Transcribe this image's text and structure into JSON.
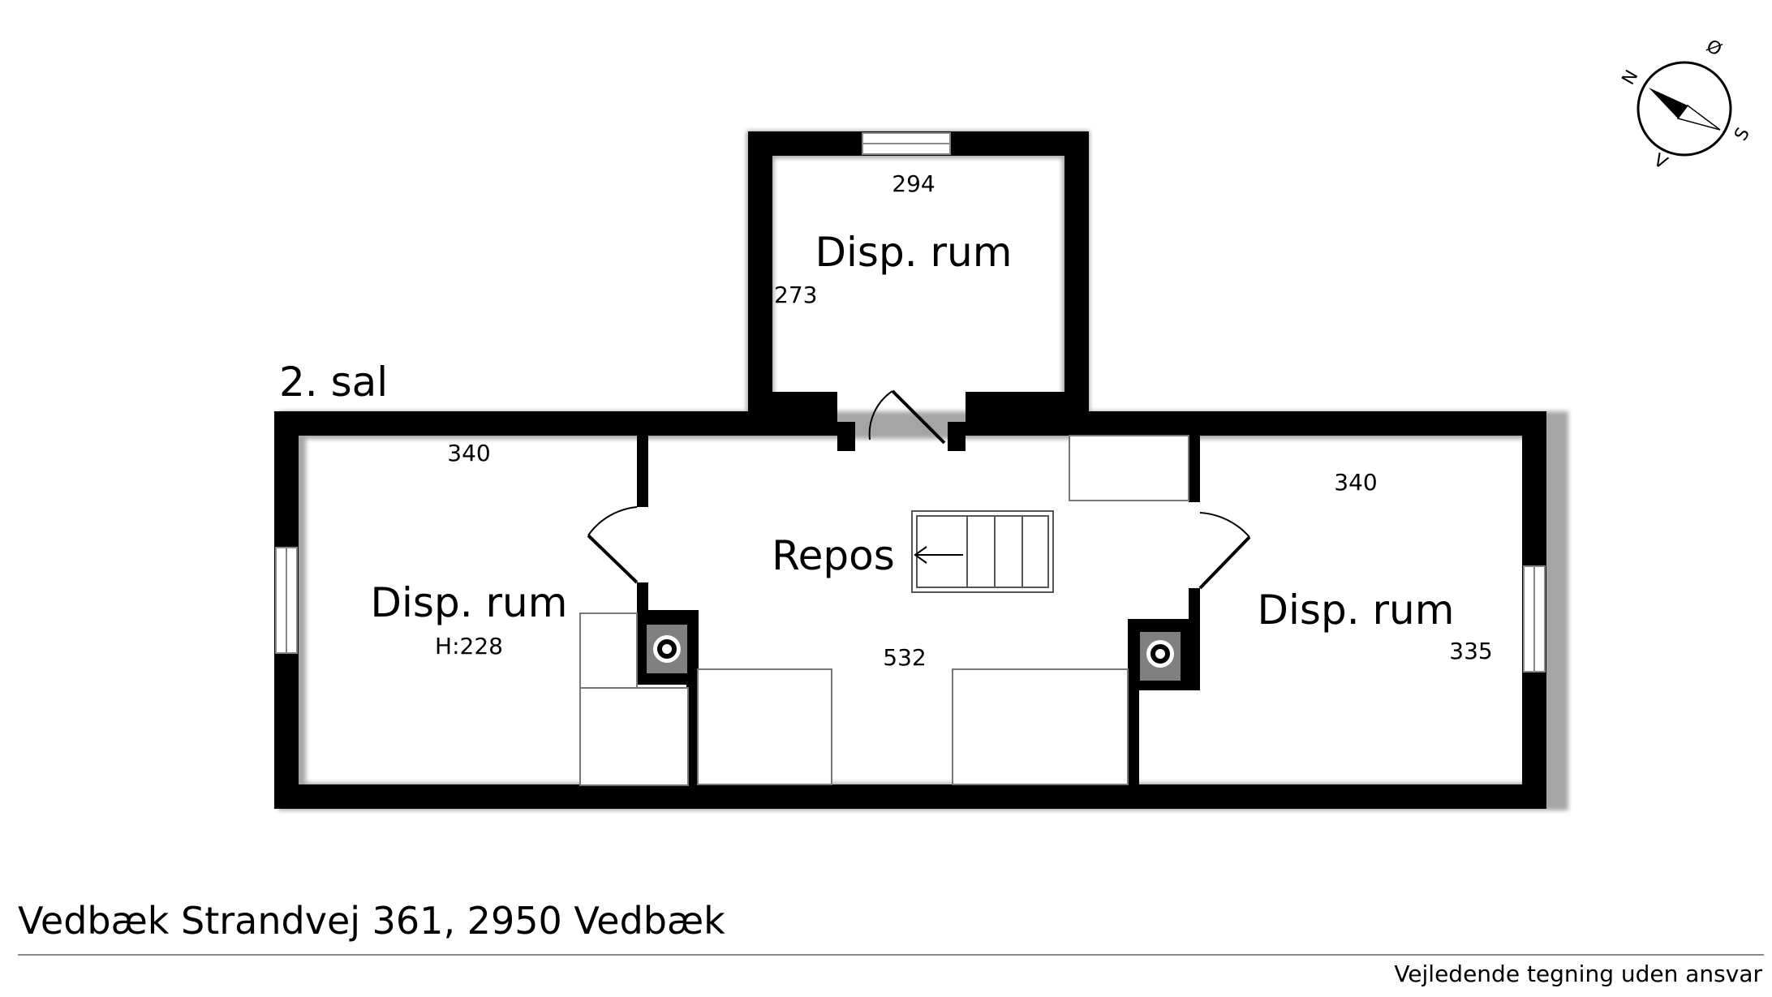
{
  "floor_label": "2. sal",
  "rooms": {
    "top": {
      "name": "Disp. rum",
      "dim_width": "294",
      "dim_depth": "273"
    },
    "left": {
      "name": "Disp. rum",
      "dim_top": "340",
      "height_note": "H:228"
    },
    "center": {
      "name": "Repos",
      "dim": "532"
    },
    "right": {
      "name": "Disp. rum",
      "dim_top": "340",
      "dim_side": "335"
    }
  },
  "compass": {
    "north": "N",
    "east": "Ø",
    "south": "S",
    "west": "V"
  },
  "address": "Vedbæk Strandvej 361, 2950 Vedbæk",
  "disclaimer": "Vejledende tegning uden ansvar",
  "colors": {
    "wall": "#000000",
    "background": "#ffffff",
    "rule": "#8a8a8a",
    "chimney": "#808080"
  }
}
